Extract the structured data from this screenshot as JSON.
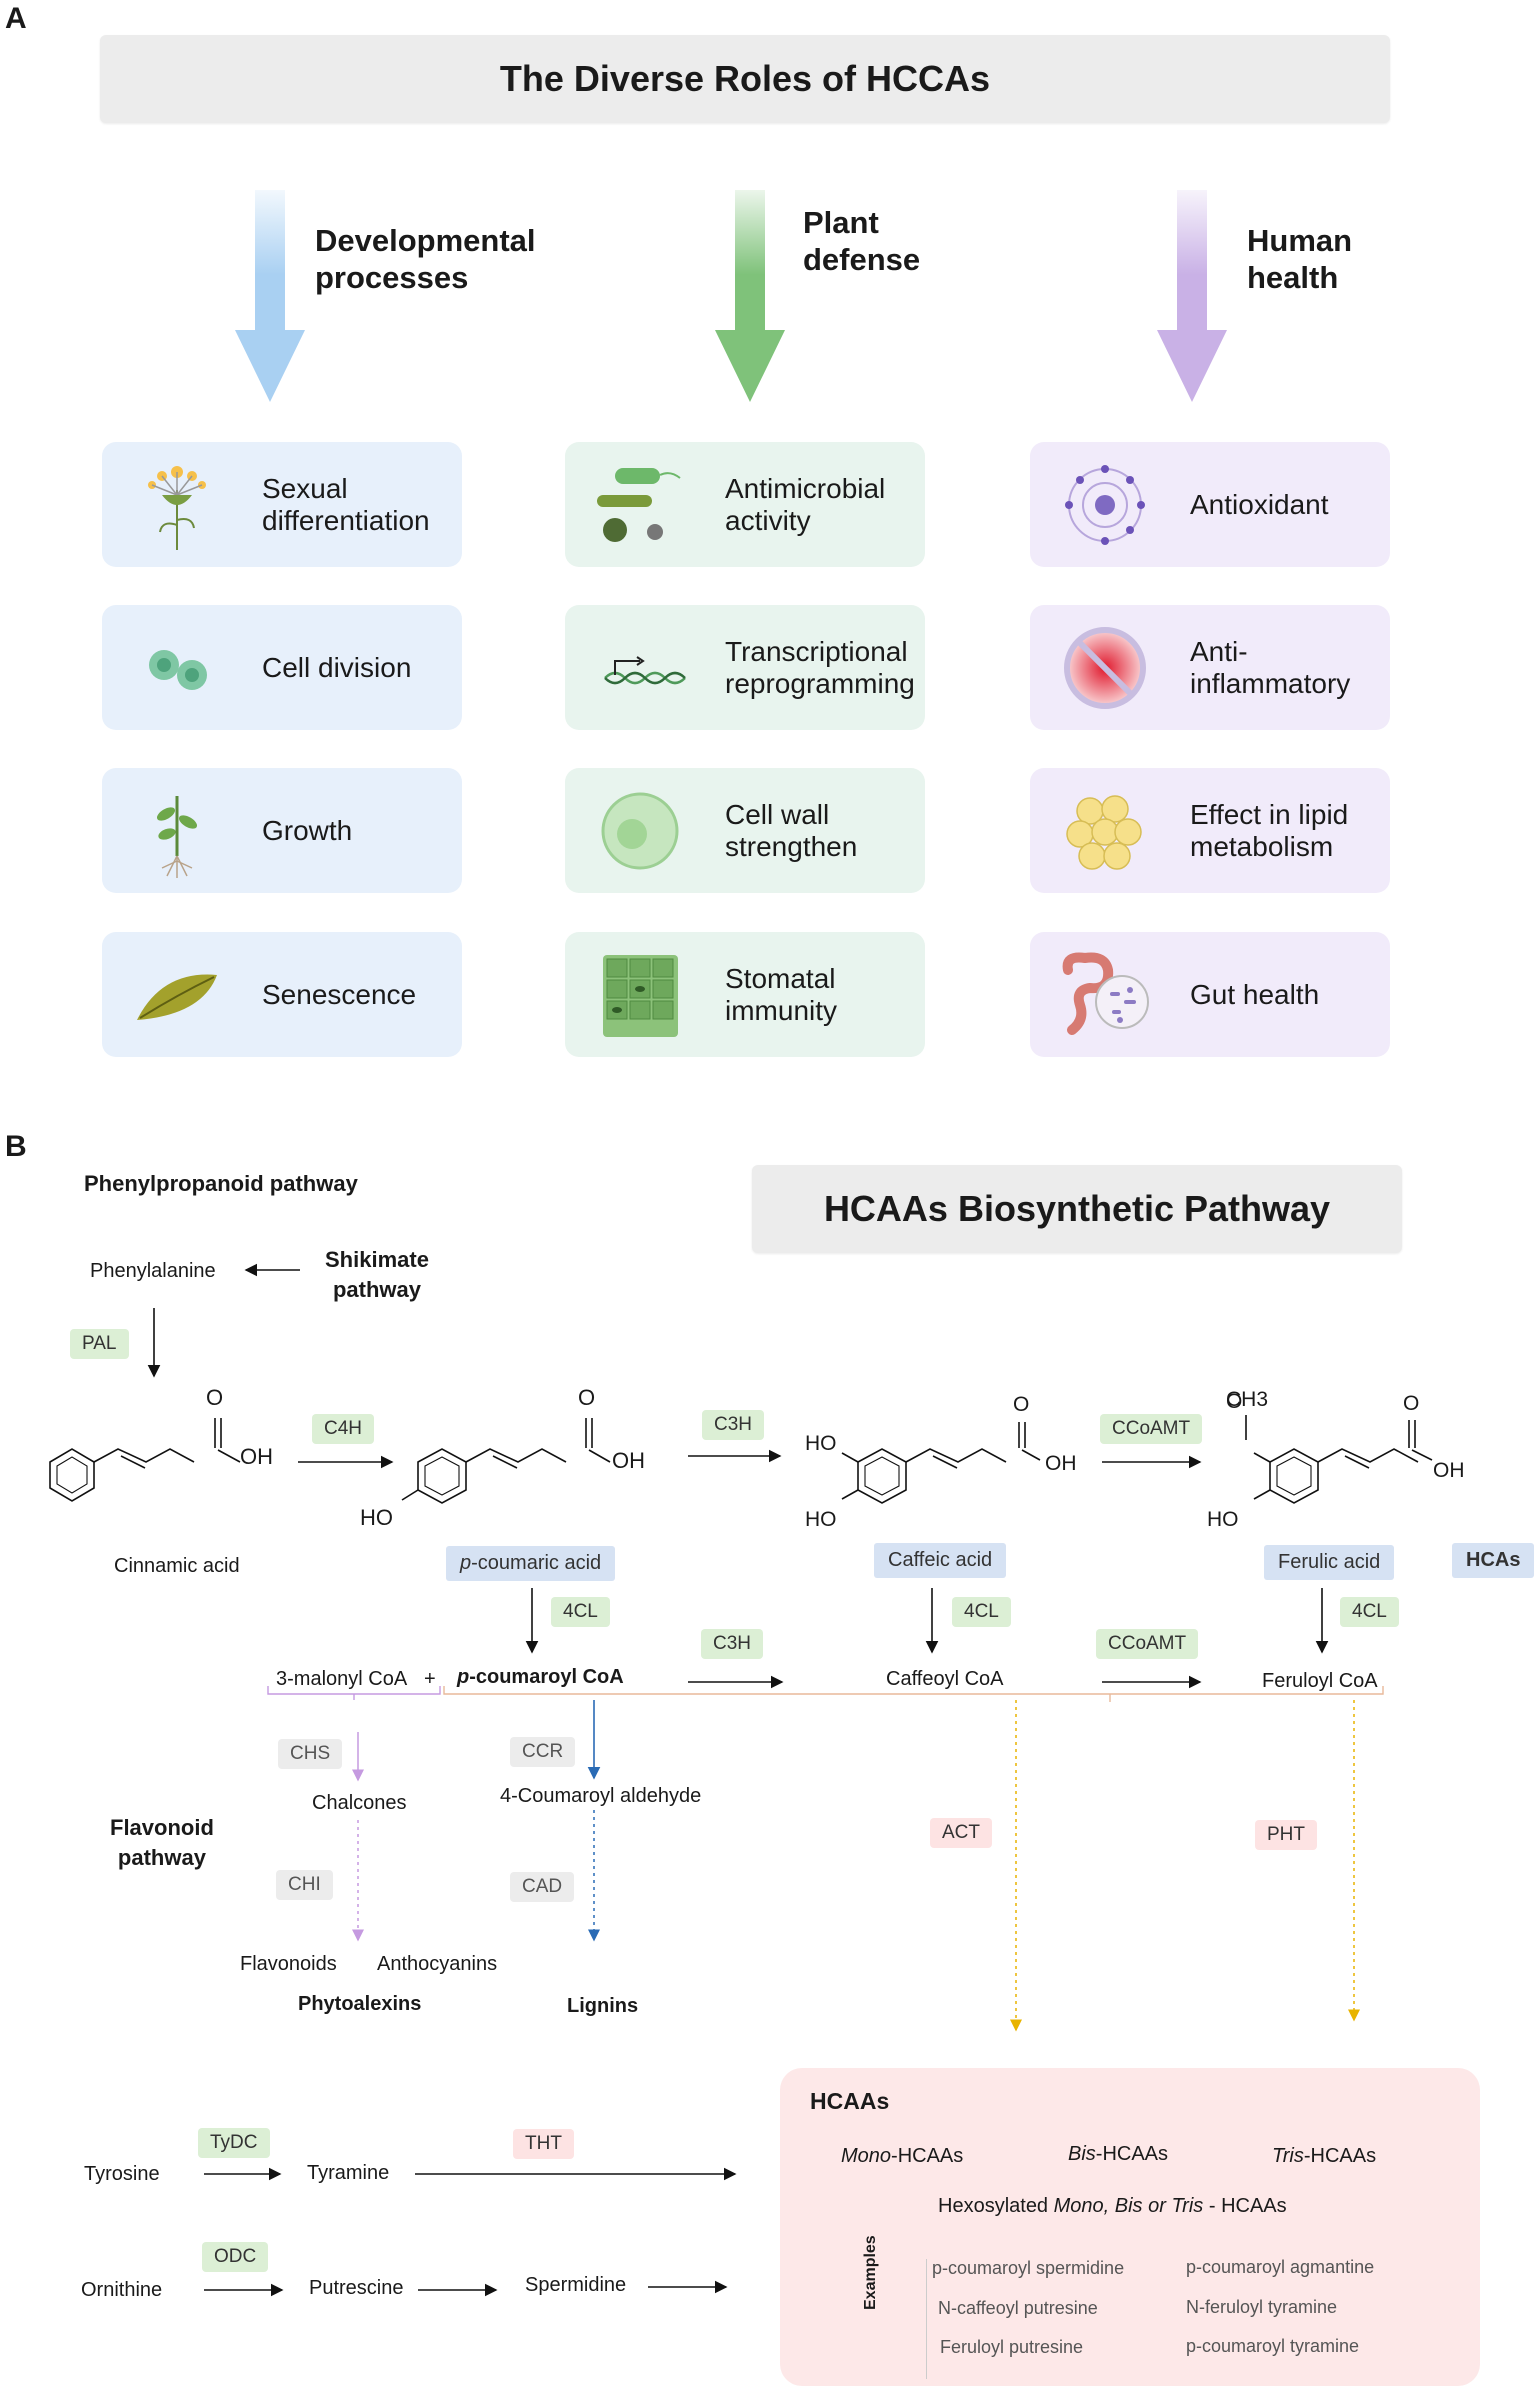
{
  "panel_a": {
    "letter": "A",
    "title": "The Diverse Roles of HCCAs",
    "columns": [
      {
        "heading": "Developmental\nprocesses",
        "arrow_color": "#a9d0f2",
        "items": [
          "Sexual\ndifferentiation",
          "Cell division",
          "Growth",
          "Senescence"
        ]
      },
      {
        "heading": "Plant\ndefense",
        "arrow_color": "#7fc27a",
        "items": [
          "Antimicrobial\nactivity",
          "Transcriptional\nreprogramming",
          "Cell wall\nstrengthen",
          "Stomatal\nimmunity"
        ]
      },
      {
        "heading": "Human\nhealth",
        "arrow_color": "#c9b1e6",
        "items": [
          "Antioxidant",
          "Anti-\ninflammatory",
          "Effect in lipid\nmetabolism",
          "Gut health"
        ]
      }
    ],
    "icons": [
      "flower-icon",
      "cell-division-icon",
      "seedling-icon",
      "leaf-icon",
      "bacteria-icon",
      "dna-transcription-icon",
      "plant-cell-icon",
      "stomata-icon",
      "atom-icon",
      "inflammation-icon",
      "lipid-droplets-icon",
      "gut-icon"
    ]
  },
  "panel_b": {
    "letter": "B",
    "title": "HCAAs Biosynthetic Pathway",
    "phenylpropanoid_label": "Phenylpropanoid pathway",
    "phenylalanine": "Phenylalanine",
    "shikimate": "Shikimate\npathway",
    "enzymes": {
      "pal": "PAL",
      "c4h": "C4H",
      "c3h": "C3H",
      "ccoamt": "CCoAMT",
      "fourcl": "4CL",
      "chs": "CHS",
      "chi": "CHI",
      "ccr": "CCR",
      "cad": "CAD",
      "act": "ACT",
      "pht": "PHT",
      "tydc": "TyDC",
      "odc": "ODC",
      "tht": "THT"
    },
    "acids": {
      "cinnamic": "Cinnamic acid",
      "p_coumaric_prefix": "p",
      "p_coumaric": "-coumaric acid",
      "caffeic": "Caffeic acid",
      "ferulic": "Ferulic acid",
      "hcas": "HCAs"
    },
    "atoms": {
      "o": "O",
      "oh": "OH",
      "ho": "HO",
      "ch3": "CH3"
    },
    "coa": {
      "malonyl": "3-malonyl CoA",
      "plus": "+",
      "p_prefix": "p",
      "p_coumaroyl": "-coumaroyl CoA",
      "caffeoyl": "Caffeoyl CoA",
      "feruloyl": "Feruloyl CoA"
    },
    "flavonoid": {
      "label": "Flavonoid\npathway",
      "chalcones": "Chalcones",
      "flavonoids": "Flavonoids",
      "anthocyanins": "Anthocyanins",
      "phytoalexins": "Phytoalexins"
    },
    "lignin": {
      "aldehyde": "4-Coumaroyl aldehyde",
      "lignins": "Lignins"
    },
    "amines": {
      "tyrosine": "Tyrosine",
      "tyramine": "Tyramine",
      "ornithine": "Ornithine",
      "putrescine": "Putrescine",
      "spermidine": "Spermidine"
    },
    "hcaas": {
      "title": "HCAAs",
      "mono_i": "Mono",
      "mono": "-HCAAs",
      "bis_i": "Bis",
      "bis": "-HCAAs",
      "tris_i": "Tris",
      "tris": "-HCAAs",
      "hexo_a": "Hexosylated ",
      "hexo_b": "Mono, Bis or Tris",
      "hexo_c": " - HCAAs",
      "examples_label": "Examples",
      "examples_left": [
        "p-coumaroyl spermidine",
        "N-caffeoyl putresine",
        "Feruloyl putresine"
      ],
      "examples_right": [
        "p-coumaroyl agmantine",
        "N-feruloyl tyramine",
        "p-coumaroyl tyramine"
      ]
    }
  }
}
